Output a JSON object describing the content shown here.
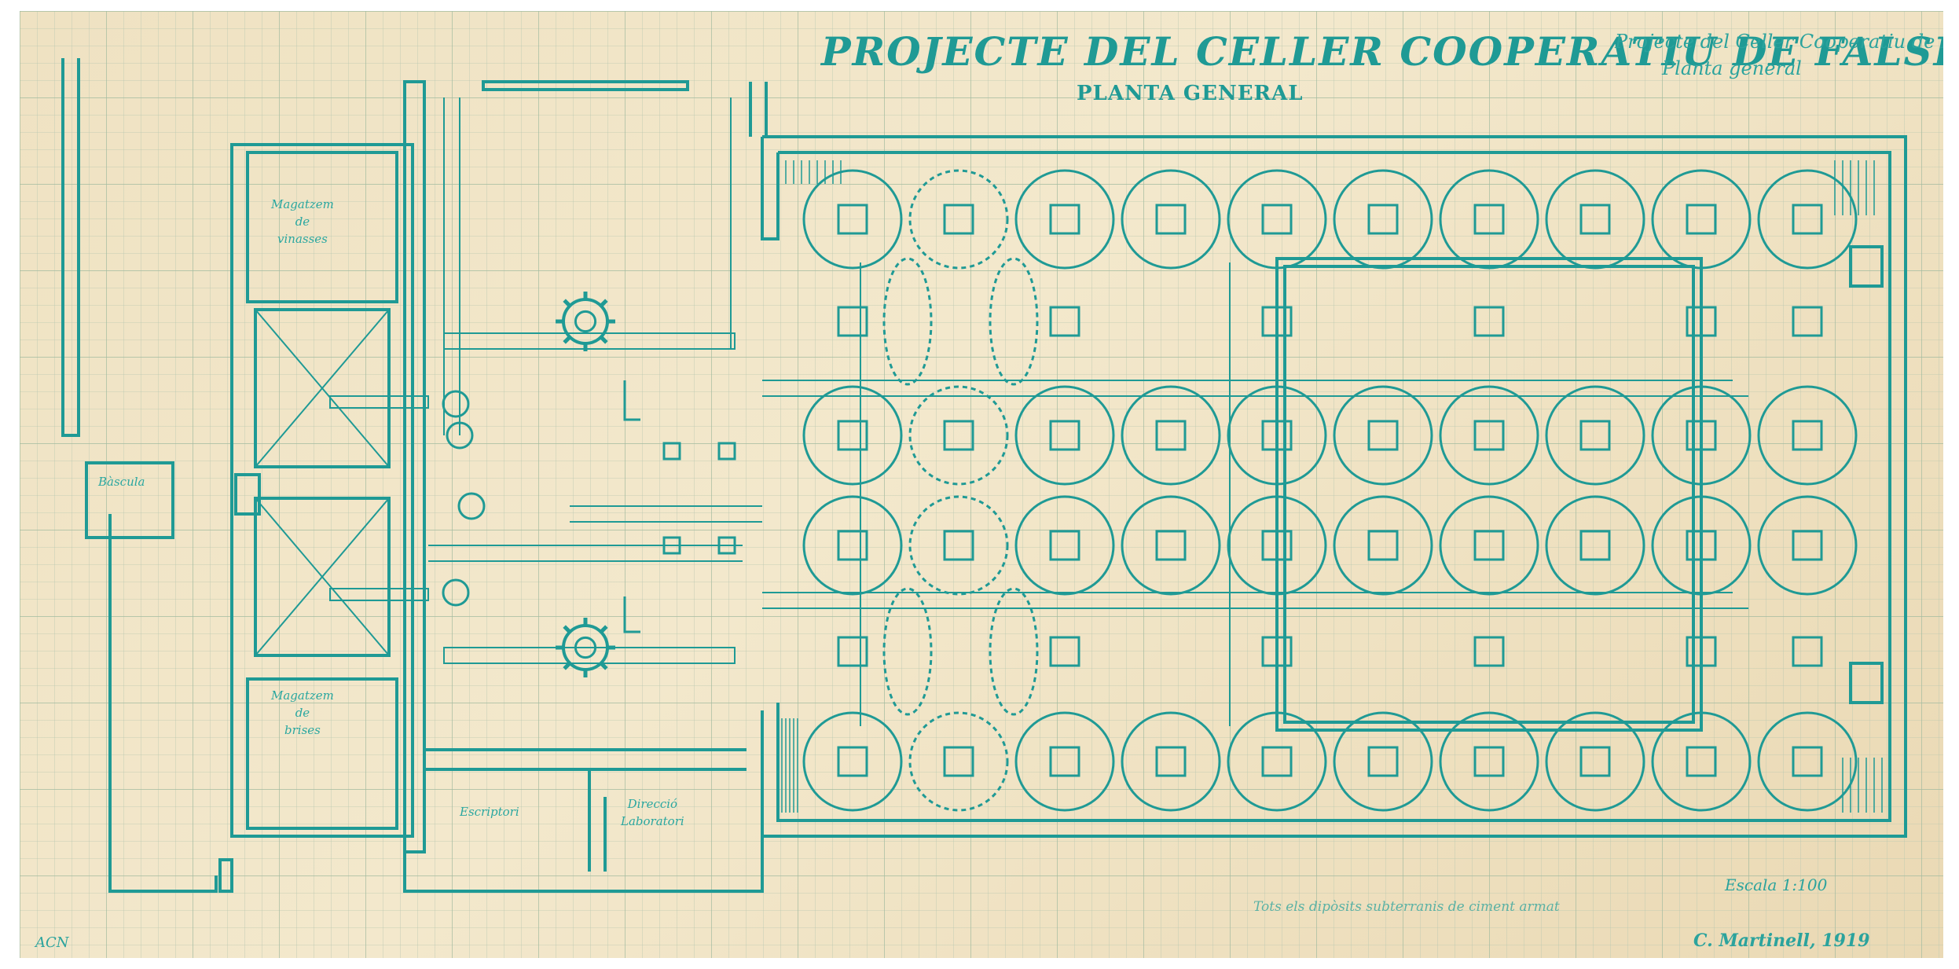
{
  "drawing": {
    "title": "PROJECTE DEL CELLER COOPERATIU DE FALSET",
    "subtitle": "PLANTA GENERAL",
    "top_right_note_line1": "Projecte del Celler Cooperatiu de Falset",
    "top_right_note_line2": "Planta general",
    "rooms": {
      "left_top": "Magatzem\nde\nvinasses",
      "left_bottom": "Magatzem\nde\nbrises",
      "left_small": "Bàscula",
      "bottom_mid_left": "Escriptori",
      "bottom_mid_right": "Direcció\nLaboratori"
    },
    "scale_label": "Escala 1:100",
    "scale_sub": "Tots els dipòsits subterranis de ciment armat",
    "signature": "C. Martinell, 1919",
    "stamp": "ACN"
  },
  "colors": {
    "ink": "#1f9a95",
    "paper": "#f1e4c5",
    "grid": "#b9c9b3"
  }
}
